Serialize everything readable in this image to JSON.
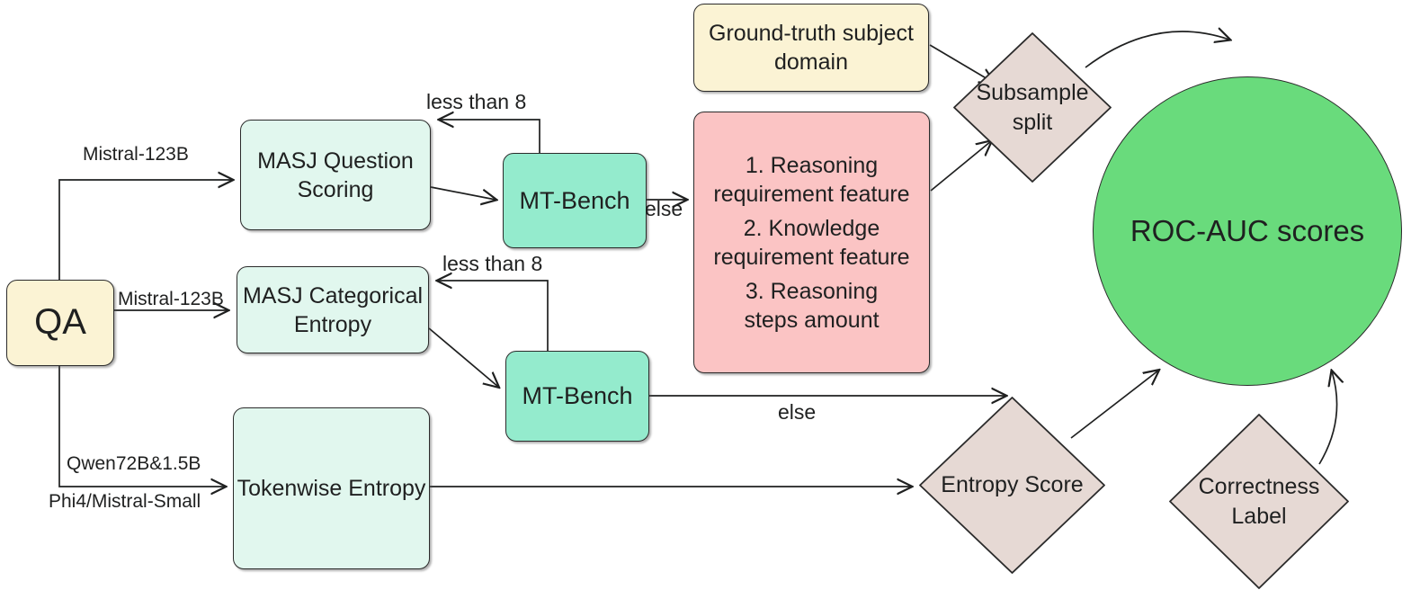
{
  "diagram": {
    "title": "Experimental pipeline flowchart",
    "colors": {
      "cream": "#fbf3d4",
      "mint": "#e1f7ee",
      "teal": "#94ebcd",
      "pink": "#fbc4c4",
      "beige": "#e6d9d4",
      "green": "#69db7c",
      "stroke": "#2b2b2b",
      "text": "#1f2020"
    },
    "nodes": {
      "qa": "QA",
      "masj_question_scoring": "MASJ Question\nScoring",
      "masj_question_scoring_l1": "MASJ Question",
      "masj_question_scoring_l2": "Scoring",
      "masj_categorical_entropy_l1": "MASJ Categorical",
      "masj_categorical_entropy_l2": "Entropy",
      "tokenwise_entropy_l1": "Tokenwise",
      "tokenwise_entropy_l2": "Entropy",
      "mt_bench_top": "MT-Bench",
      "mt_bench_bottom": "MT-Bench",
      "ground_truth_l1": "Ground-truth",
      "ground_truth_l2": "subject domain",
      "features_1a": "1. Reasoning",
      "features_1b": "requirement feature",
      "features_2a": "2. Knowledge",
      "features_2b": "requirement feature",
      "features_3a": "3. Reasoning",
      "features_3b": "steps amount",
      "subsample_split_l1": "Subsample",
      "subsample_split_l2": "split",
      "entropy_score": "Entropy Score",
      "correctness_label_l1": "Correctness",
      "correctness_label_l2": "Label",
      "roc_auc_scores": "ROC-AUC scores"
    },
    "edge_labels": {
      "mistral_top": "Mistral-123B",
      "mistral_mid": "Mistral-123B",
      "qwen": "Qwen72B&1.5B",
      "phi": "Phi4/Mistral-Small",
      "less_than_8_top": "less than 8",
      "less_than_8_bottom": "less than 8",
      "else_top": "else",
      "else_bottom": "else"
    }
  }
}
